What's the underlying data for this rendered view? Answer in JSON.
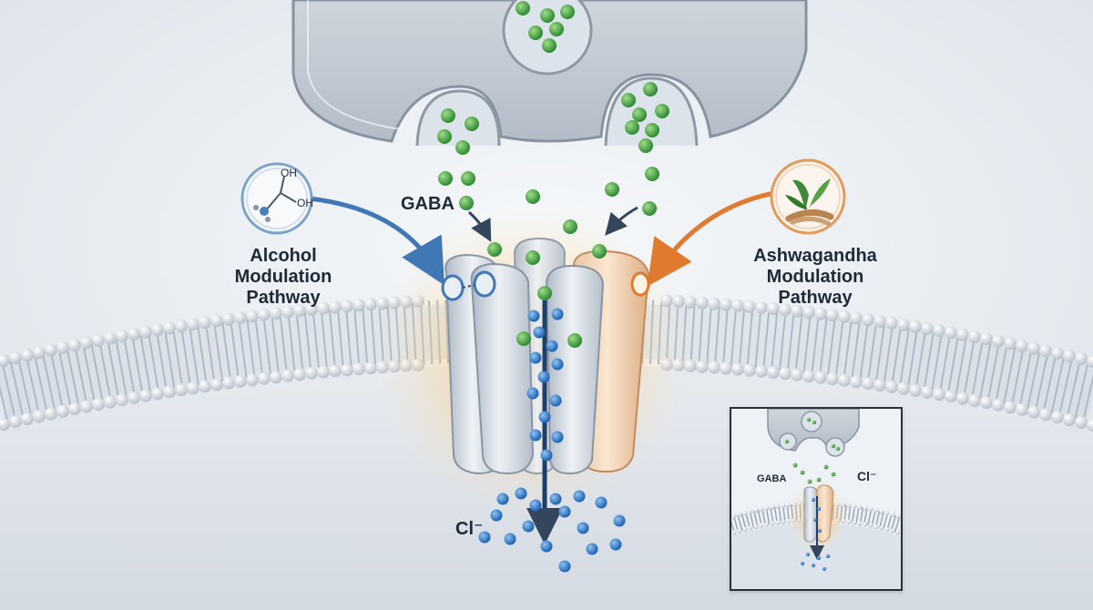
{
  "labels": {
    "gaba": "GABA",
    "chloride": "Cl⁻",
    "alcohol_line1": "Alcohol",
    "alcohol_line2": "Modulation",
    "alcohol_line3": "Pathway",
    "ashwagandha_line1": "Ashwagandha",
    "ashwagandha_line2": "Modulation",
    "ashwagandha_line3": "Pathway",
    "oh_top": "OH",
    "oh_right": "OH"
  },
  "inset": {
    "gaba": "GABA",
    "chloride": "Cl⁻"
  },
  "colors": {
    "gaba_molecule": "#3f9a3f",
    "chloride_ion": "#1f6fc4",
    "alcohol_accent": "#3f78b5",
    "ashwagandha_accent": "#e07a2e",
    "membrane_head": "#d9dde3",
    "membrane_tail": "#9aa7b7",
    "receptor_grey": "#c9d1dc",
    "receptor_orange": "#f0c9a3",
    "glow": "#ffb04a"
  },
  "icons": {
    "alcohol": "ethanol-molecule-icon",
    "ashwagandha": "herb-root-icon"
  }
}
